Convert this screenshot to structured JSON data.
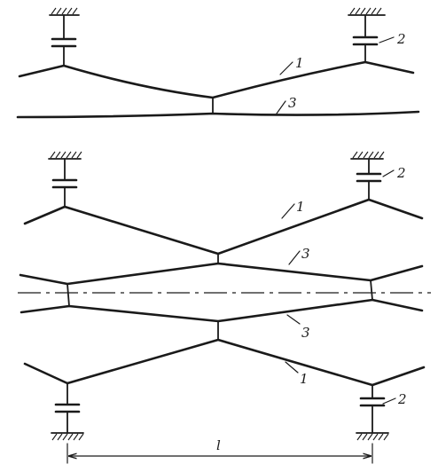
{
  "labels": {
    "beam": "1",
    "damper": "2",
    "rope": "3",
    "span": "l"
  }
}
